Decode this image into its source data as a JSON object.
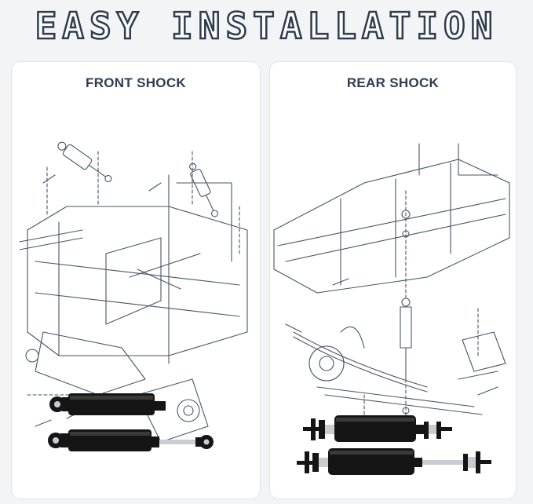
{
  "headline": "EASY INSTALLATION",
  "panels": {
    "front": {
      "title": "FRONT SHOCK"
    },
    "rear": {
      "title": "REAR SHOCK"
    }
  },
  "colors": {
    "headline_outline": "#2f3d4f",
    "title": "#2f3d4f",
    "line_art": "#4a5566",
    "shock_body": "#151515",
    "chrome": "#c9ccd1"
  }
}
